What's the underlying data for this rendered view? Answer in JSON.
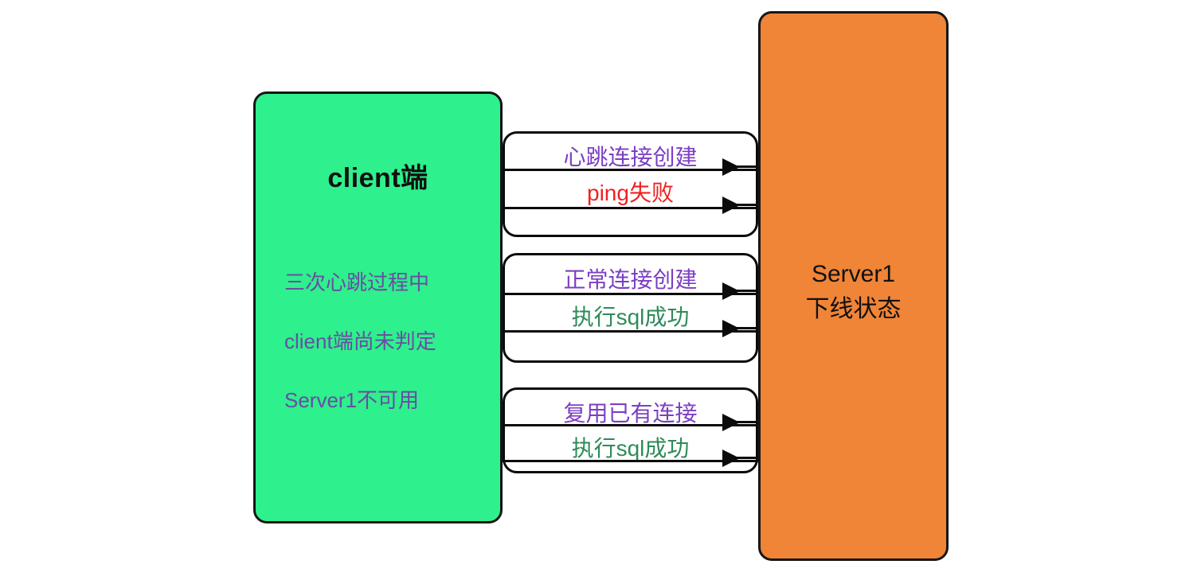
{
  "diagram": {
    "type": "sequence-like connection diagram",
    "colors": {
      "client_fill": "#2EF08C",
      "server_fill": "#F08437",
      "stroke": "#0b0b0b",
      "note_purple": "#6A4CA5",
      "msg_purple": "#7B3FC4",
      "msg_green": "#2E8B57",
      "msg_red": "#EE2222",
      "background": "#ffffff"
    }
  },
  "client": {
    "title": "client端",
    "note_lines": [
      "三次心跳过程中",
      "client端尚未判定",
      "Server1不可用"
    ]
  },
  "server": {
    "name": "Server1",
    "status": "下线状态"
  },
  "message_groups": [
    {
      "id": "group-1",
      "messages": [
        {
          "label": "心跳连接创建",
          "color": "purple",
          "has_arrow": true
        },
        {
          "label": "ping失败",
          "color": "red",
          "has_arrow": true
        }
      ]
    },
    {
      "id": "group-2",
      "messages": [
        {
          "label": "正常连接创建",
          "color": "purple",
          "has_arrow": true
        },
        {
          "label": "执行sql成功",
          "color": "green",
          "has_arrow": true
        }
      ]
    },
    {
      "id": "group-3",
      "messages": [
        {
          "label": "复用已有连接",
          "color": "purple",
          "has_arrow": true
        },
        {
          "label": "执行sql成功",
          "color": "green",
          "has_arrow": true
        }
      ]
    }
  ]
}
